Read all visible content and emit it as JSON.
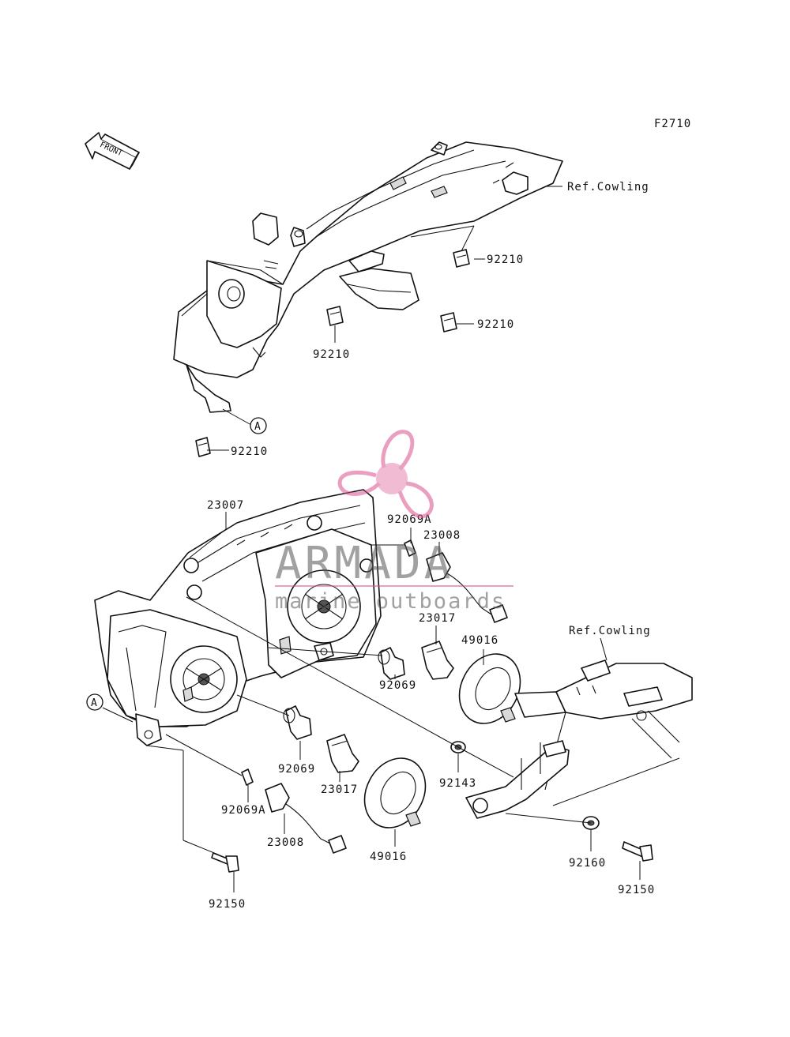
{
  "diagram_id": "F2710",
  "front_arrow_label": "FRONT",
  "callout_a": "A",
  "watermark": {
    "brand": "ARMADA",
    "tagline": "marine outboards",
    "color": "#d94f8e"
  },
  "labels": {
    "ref_cowling_top": "Ref.Cowling",
    "ref_cowling_right": "Ref.Cowling",
    "p92210_a": "92210",
    "p92210_b": "92210",
    "p92210_c": "92210",
    "p92210_d": "92210",
    "p23007": "23007",
    "p92069A_top": "92069A",
    "p23008_top": "23008",
    "p23017_top": "23017",
    "p49016_top": "49016",
    "p92069_top": "92069",
    "p92069_bottom": "92069",
    "p23017_bottom": "23017",
    "p92143": "92143",
    "p92069A_bottom": "92069A",
    "p23008_bottom": "23008",
    "p49016_bottom": "49016",
    "p92150_left": "92150",
    "p92160": "92160",
    "p92150_right": "92150"
  }
}
